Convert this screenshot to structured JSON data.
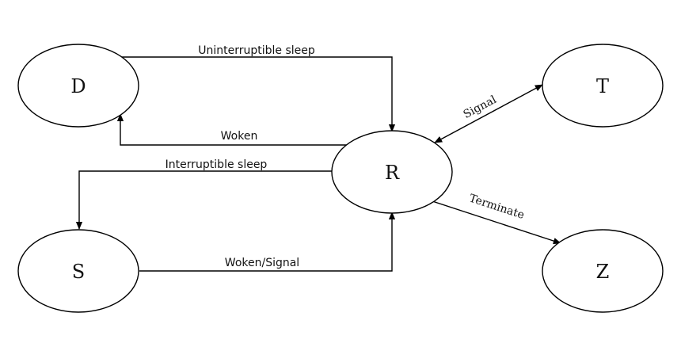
{
  "states": {
    "D": "D",
    "T": "T",
    "R": "R",
    "S": "S",
    "Z": "Z"
  },
  "transitions": {
    "uninterruptible_sleep": "Uninterruptible sleep",
    "woken": "Woken",
    "interruptible_sleep": "Interruptible sleep",
    "woken_signal": "Woken/Signal",
    "signal": "Signal",
    "terminate": "Terminate"
  },
  "colors": {
    "stroke": "#000000",
    "background": "#ffffff"
  }
}
